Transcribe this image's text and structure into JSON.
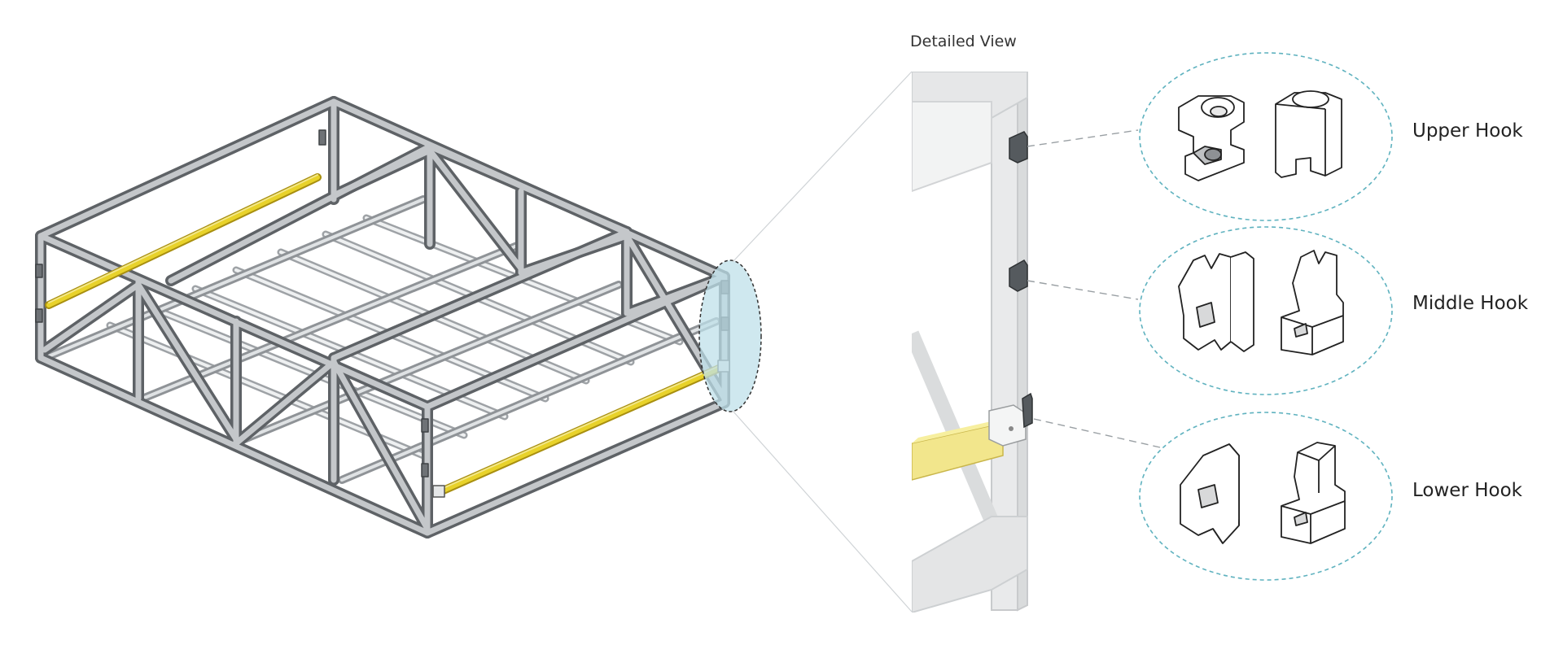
{
  "detail": {
    "title": "Detailed View"
  },
  "hooks": [
    {
      "label": "Upper Hook"
    },
    {
      "label": "Middle Hook"
    },
    {
      "label": "Lower Hook"
    }
  ],
  "colors": {
    "frame_steel": "#8f9397",
    "frame_steel_light": "#c4c7ca",
    "frame_steel_dark": "#5e6266",
    "rail_yellow": "#e8d22a",
    "rail_yellow_light": "#f3e788",
    "callout_fill": "#bfe0ea",
    "callout_dash": "#5fb2bf",
    "background": "#ffffff"
  },
  "icons": [
    "upper-hook-part",
    "middle-hook-part",
    "lower-hook-part"
  ]
}
